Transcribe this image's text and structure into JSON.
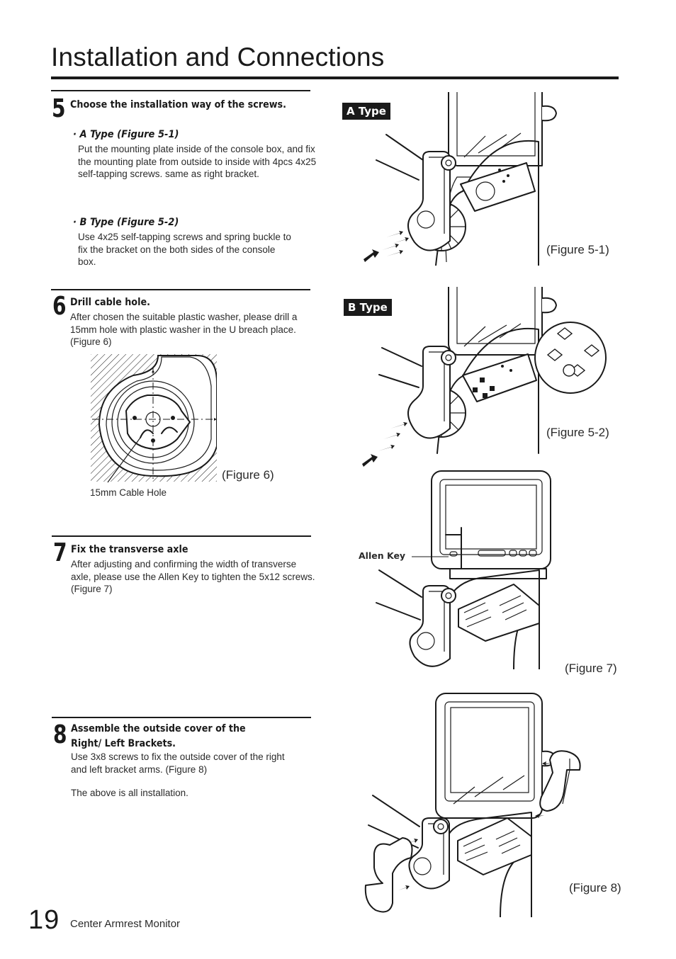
{
  "page": {
    "title": "Installation and Connections",
    "number": "19",
    "footer": "Center Armrest Monitor"
  },
  "steps": [
    {
      "number": "5",
      "heading": "Choose the installation way of the screws.",
      "subsections": [
        {
          "label": "· A Type  (Figure 5-1)",
          "text": "Put the mounting plate inside of the console box, and fix the mounting plate from outside to inside with 4pcs 4x25 self-tapping screws. same as right bracket."
        },
        {
          "label": "· B Type  (Figure 5-2)",
          "text": "Use 4x25 self-tapping screws and spring buckle to fix the bracket on the both sides of the console box."
        }
      ]
    },
    {
      "number": "6",
      "heading": "Drill cable hole.",
      "text": "After chosen the suitable plastic washer, please drill a 15mm hole with plastic washer in the U breach place. (Figure 6)"
    },
    {
      "number": "7",
      "heading": "Fix the transverse axle",
      "text": "After adjusting and confirming the width of transverse axle, please use the Allen Key to tighten the 5x12 screws. (Figure 7)"
    },
    {
      "number": "8",
      "heading": "Assemble the outside cover of the Right/ Left Brackets.",
      "text": "Use 3x8 screws to fix the outside cover of the right and left bracket arms. (Figure 8)",
      "note": "The above is all installation."
    }
  ],
  "figures": {
    "fig6": {
      "caption": "(Figure 6)",
      "label": "15mm  Cable Hole"
    },
    "fig51": {
      "tag": "A Type",
      "caption": "(Figure 5-1)"
    },
    "fig52": {
      "tag": "B Type",
      "caption": "(Figure 5-2)"
    },
    "fig7": {
      "caption": "(Figure 7)",
      "label": "Allen Key"
    },
    "fig8": {
      "caption": "(Figure 8)"
    }
  }
}
